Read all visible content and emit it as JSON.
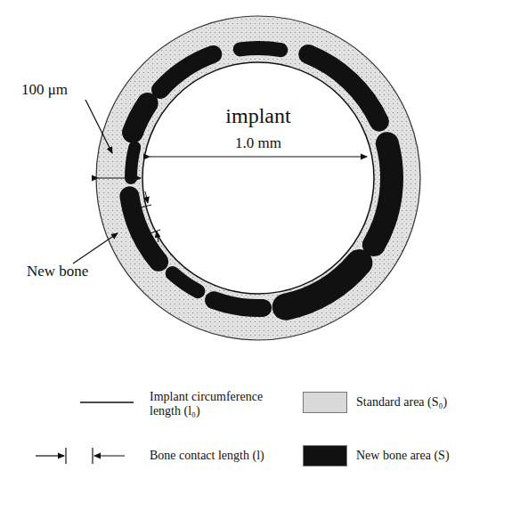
{
  "diagram": {
    "nodes": [
      {
        "text": [
          "implant"
        ]
      }
    ],
    "labels": [
      "100 μm",
      "1.0 mm",
      "New bone"
    ],
    "legend": [
      {
        "text": "Implant circumference length (l₀)"
      },
      {
        "text": "Standard area (S₀)",
        "color": "#d9d9d9"
      },
      {
        "text": "Bone contact length (l)"
      },
      {
        "text": "New bone area (S)",
        "color": "#111111"
      }
    ]
  }
}
